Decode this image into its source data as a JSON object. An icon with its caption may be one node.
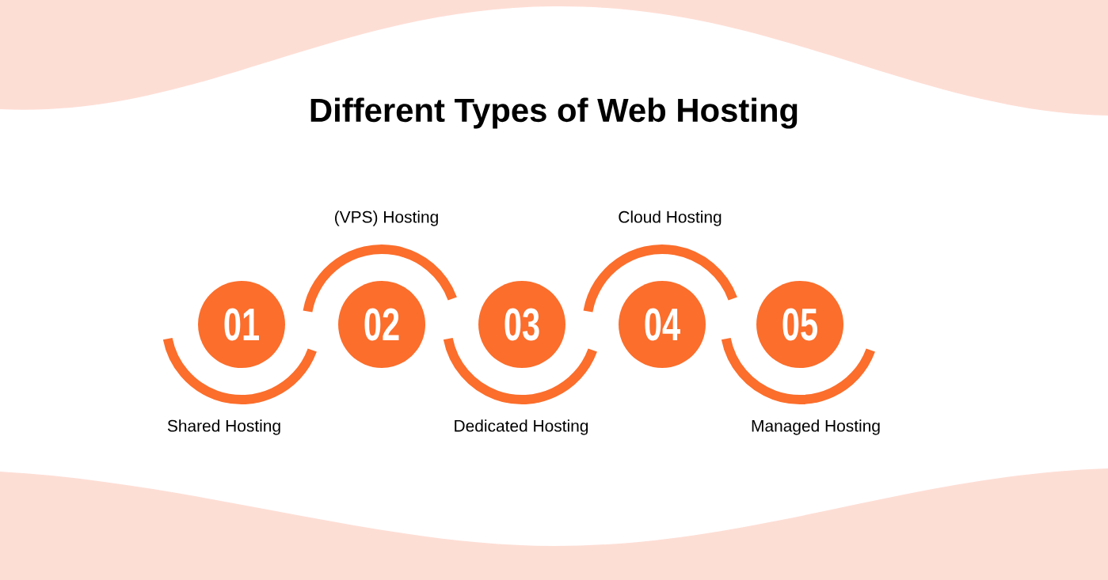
{
  "diagram": {
    "title": "Different Types of Web Hosting",
    "nodes": [
      {
        "text": [
          "01"
        ]
      },
      {
        "text": [
          "02"
        ]
      },
      {
        "text": [
          "03"
        ]
      },
      {
        "text": [
          "04"
        ]
      },
      {
        "text": [
          "05"
        ]
      }
    ],
    "labels": [
      "(VPS) Hosting",
      "Cloud Hosting",
      "Shared Hosting",
      "Dedicated Hosting",
      "Managed Hosting"
    ]
  }
}
